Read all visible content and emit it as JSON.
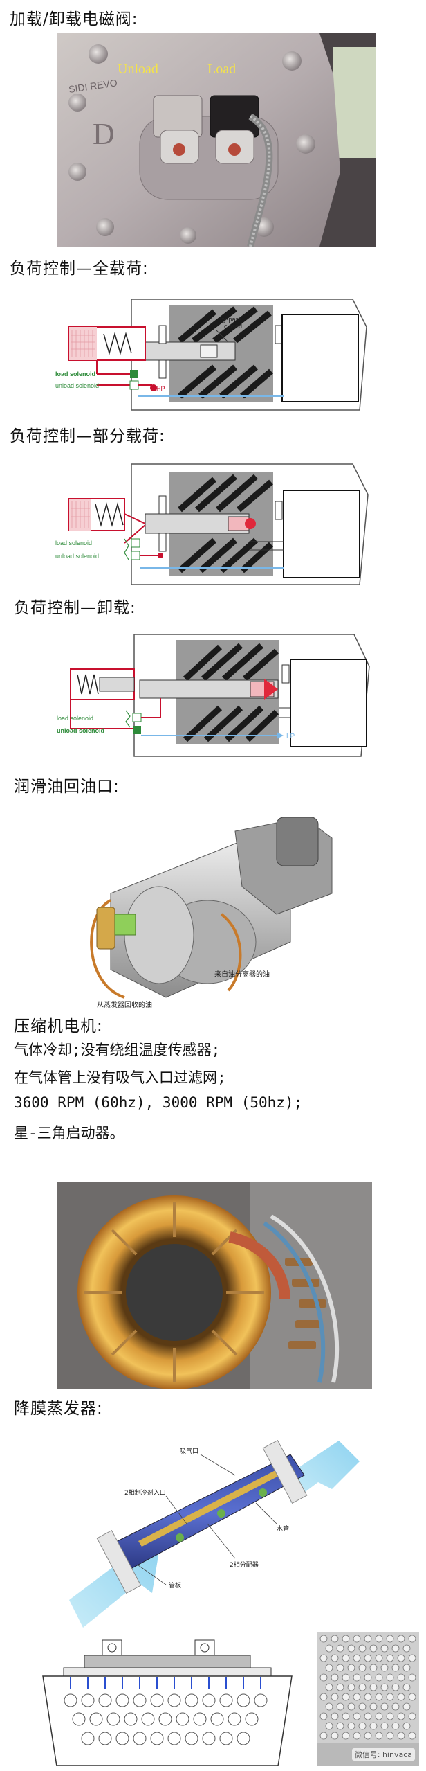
{
  "sections": {
    "solenoid": {
      "heading": "加载/卸载电磁阀:",
      "photo_unload": "Unload",
      "photo_load": "Load",
      "stamp": "SIDI REVO",
      "letter": "D"
    },
    "full_load": {
      "heading": "负荷控制—全载荷:",
      "bypass": "by-pass",
      "closed": "closed",
      "load_solenoid": "load solenoid",
      "unload_solenoid": "unload solenoid",
      "hp": "HP"
    },
    "part_load": {
      "heading": "负荷控制—部分载荷:",
      "load_solenoid": "load solenoid",
      "unload_solenoid": "unload solenoid"
    },
    "unload": {
      "heading": "负荷控制—卸载:",
      "load_solenoid": "load solenoid",
      "unload_solenoid": "unload solenoid",
      "lp": "LP"
    },
    "oil_return": {
      "heading": "润滑油回油口:",
      "label_separator": "来自油分离器的油",
      "label_evaporator": "从蒸发器回收的油"
    },
    "motor": {
      "heading": "压缩机电机:",
      "lines": [
        "气体冷却;没有绕组温度传感器;",
        "在气体管上没有吸气入口过滤网;",
        "3600 RPM (60hz), 3000 RPM (50hz);",
        "星-三角启动器。"
      ]
    },
    "evaporator": {
      "heading": "降膜蒸发器:",
      "label_suction": "吸气口",
      "label_inlet": "2相制冷剂入口",
      "label_water": "水管",
      "label_distributor": "2相分配器",
      "label_tubesheet": "管板",
      "watermark": "微信号: hinvaca"
    }
  },
  "colors": {
    "load_green": "#2e8b3a",
    "hp_red": "#c8102e",
    "lp_blue": "#79b7e8",
    "arrow_blue": "#8fd3f0"
  }
}
